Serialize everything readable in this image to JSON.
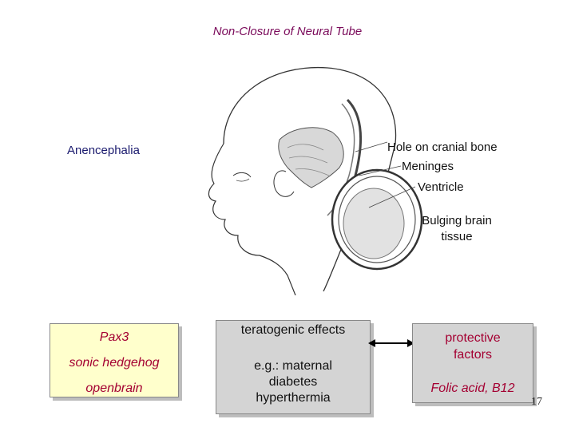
{
  "title": "Non-Closure of Neural Tube",
  "diagram": {
    "left_label": "Anencephalia",
    "annotations": {
      "hole": "Hole on cranial bone",
      "meninges": "Meninges",
      "ventricle": "Ventricle",
      "bulging_line1": "Bulging brain",
      "bulging_line2": "tissue"
    }
  },
  "boxes": {
    "genes": [
      "Pax3",
      "sonic hedgehog",
      "openbrain"
    ],
    "teratogenic": {
      "heading": "teratogenic effects",
      "lines": [
        "e.g.: maternal",
        "diabetes",
        "hyperthermia"
      ]
    },
    "protective": {
      "heading_line1": "protective",
      "heading_line2": "factors",
      "examples": "Folic acid, B12"
    }
  },
  "page_number": "17",
  "colors": {
    "title": "#7a0a5a",
    "dark_label": "#1a1a6e",
    "red_text": "#a40032",
    "yellow_box": "#ffffcc",
    "gray_box": "#d4d4d4"
  }
}
